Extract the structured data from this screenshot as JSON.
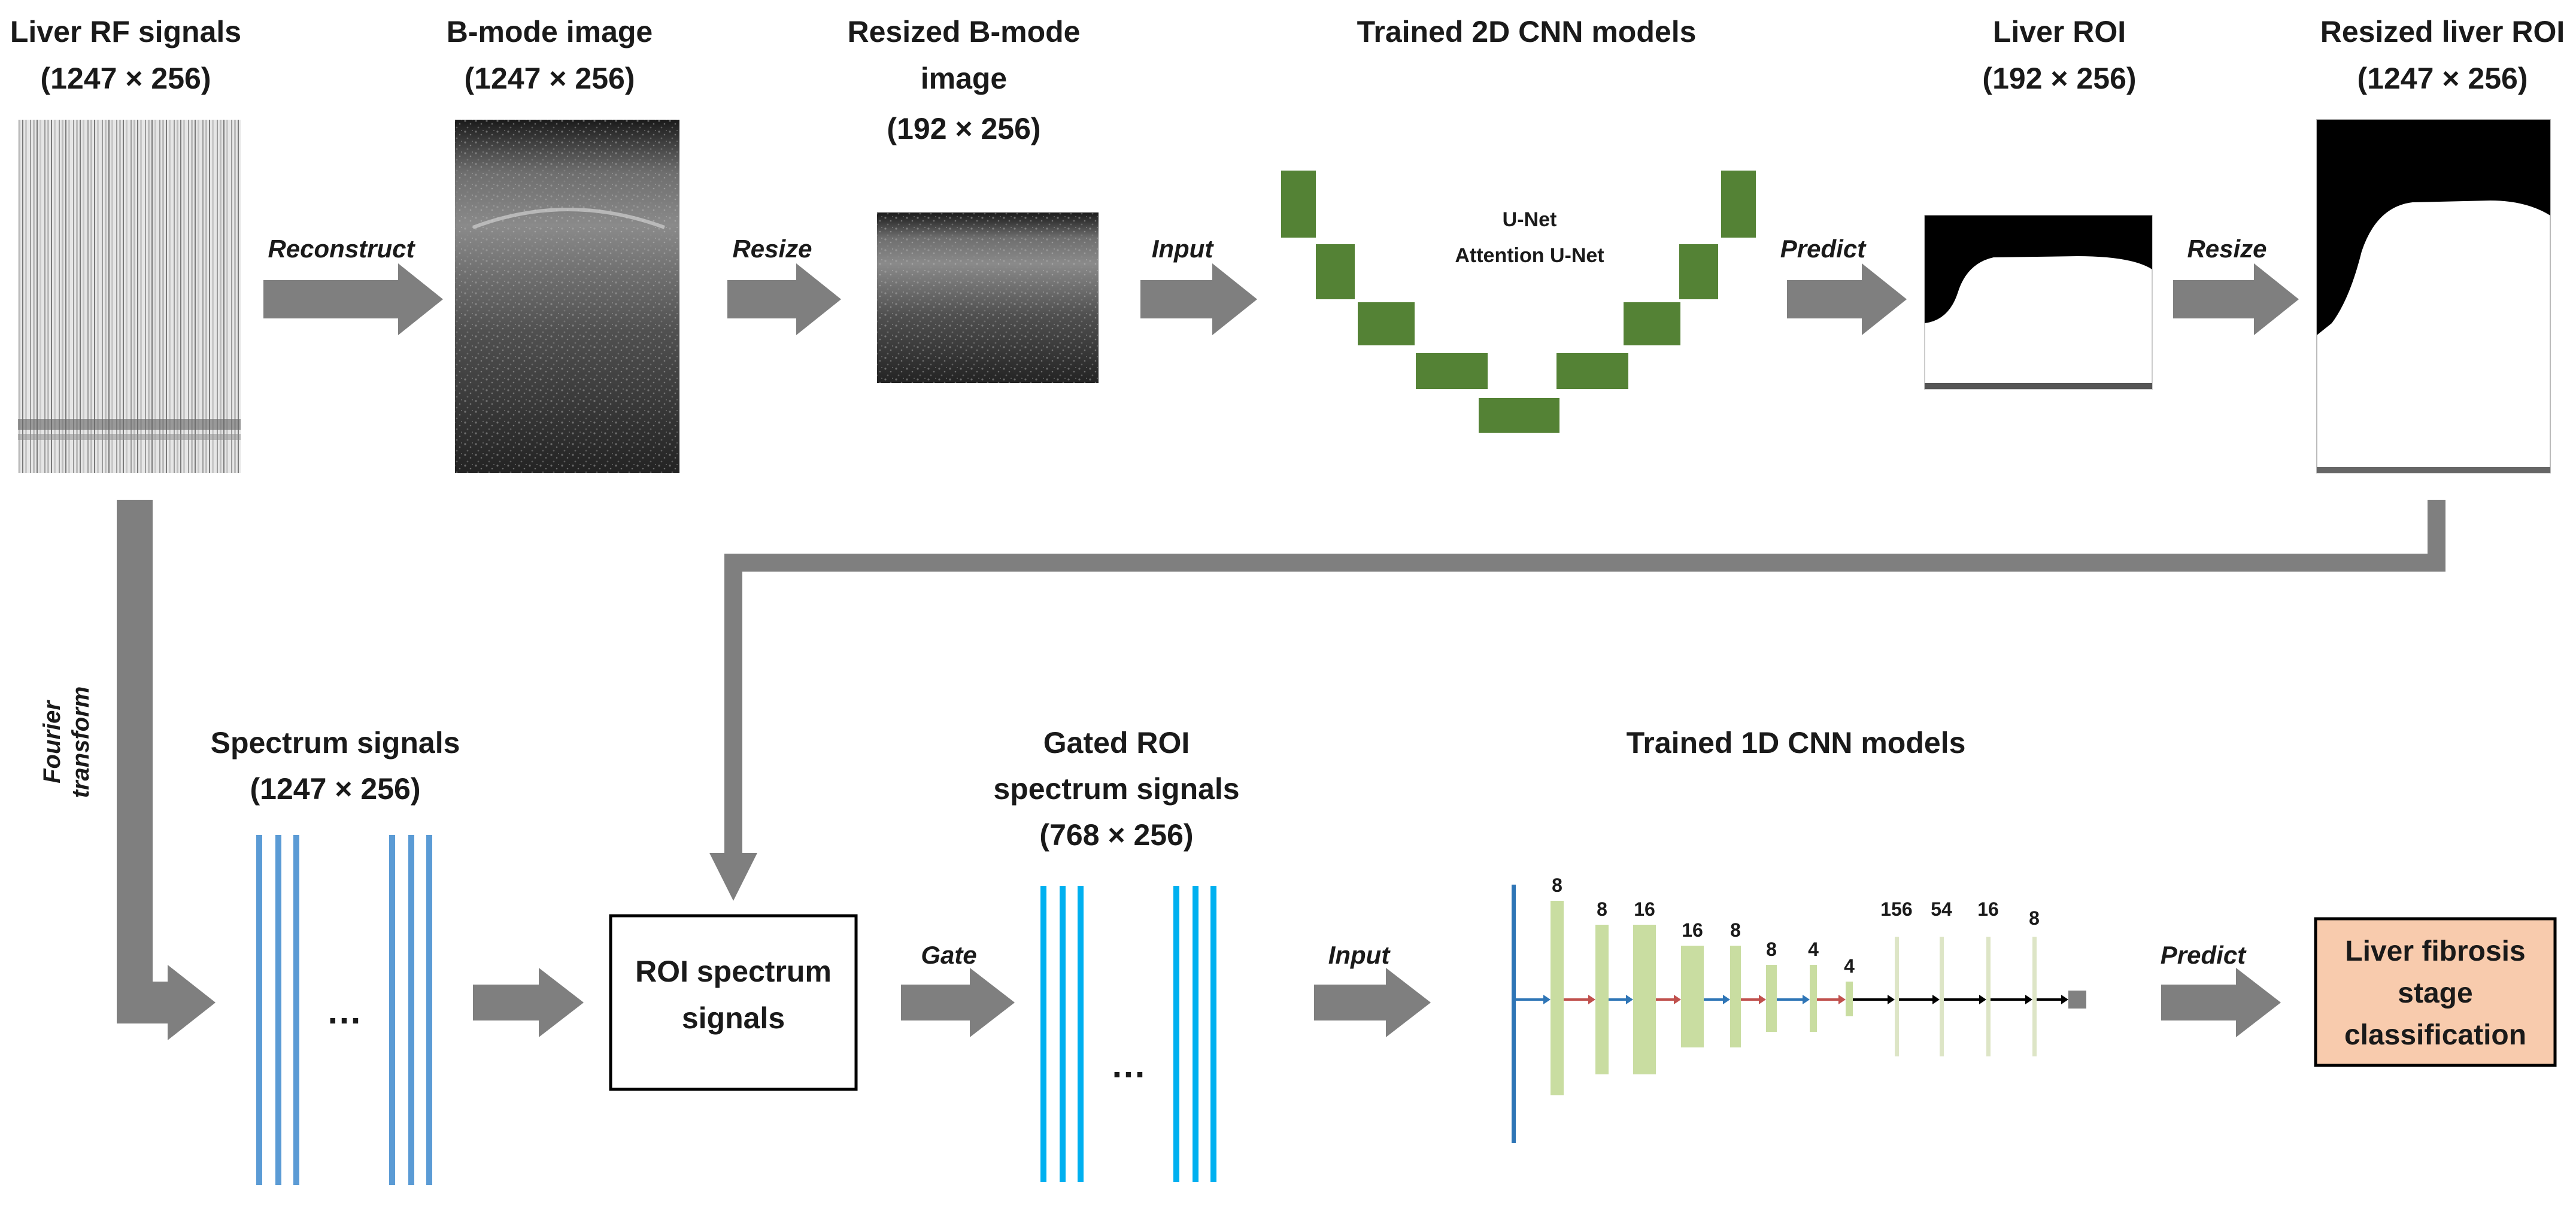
{
  "top": {
    "rf": {
      "title": "Liver RF signals",
      "dims": "(1247 × 256)"
    },
    "bmode": {
      "title": "B-mode image",
      "dims": "(1247 × 256)"
    },
    "resized_bmode": {
      "line1": "Resized B-mode",
      "line2": "image",
      "dims": "(192 × 256)"
    },
    "cnn2d": {
      "title": "Trained 2D CNN models",
      "model1": "U-Net",
      "model2": "Attention U-Net"
    },
    "roi": {
      "title": "Liver ROI",
      "dims": "(192 × 256)"
    },
    "resized_roi": {
      "title": "Resized liver ROI",
      "dims": "(1247 × 256)"
    },
    "arrows": {
      "reconstruct": "Reconstruct",
      "resize1": "Resize",
      "input1": "Input",
      "predict1": "Predict",
      "resize2": "Resize"
    }
  },
  "bottom": {
    "fourier_line1": "Fourier",
    "fourier_line2": "transform",
    "spectrum": {
      "title": "Spectrum signals",
      "dims": "(1247 × 256)",
      "ellipsis": "…"
    },
    "roi_box": {
      "line1": "ROI spectrum",
      "line2": "signals"
    },
    "gated": {
      "line1": "Gated ROI",
      "line2": "spectrum signals",
      "dims": "(768 × 256)",
      "ellipsis": "…"
    },
    "cnn1d": {
      "title": "Trained 1D CNN models",
      "numbers": [
        "8",
        "8",
        "16",
        "16",
        "8",
        "8",
        "4",
        "4",
        "156",
        "54",
        "16",
        "8"
      ]
    },
    "output": {
      "line1": "Liver fibrosis",
      "line2": "stage",
      "line3": "classification"
    },
    "arrows": {
      "gate": "Gate",
      "input2": "Input",
      "predict2": "Predict"
    }
  },
  "colors": {
    "arrow": "#7f7f7f",
    "unet_block": "#548235",
    "spectrum_line": "#5b9bd5",
    "gated_line": "#00b0f0",
    "cnn1d_block": "#c9dda1",
    "cnn1d_block_light": "#dde5c6",
    "output_box": "#f8cbad"
  }
}
